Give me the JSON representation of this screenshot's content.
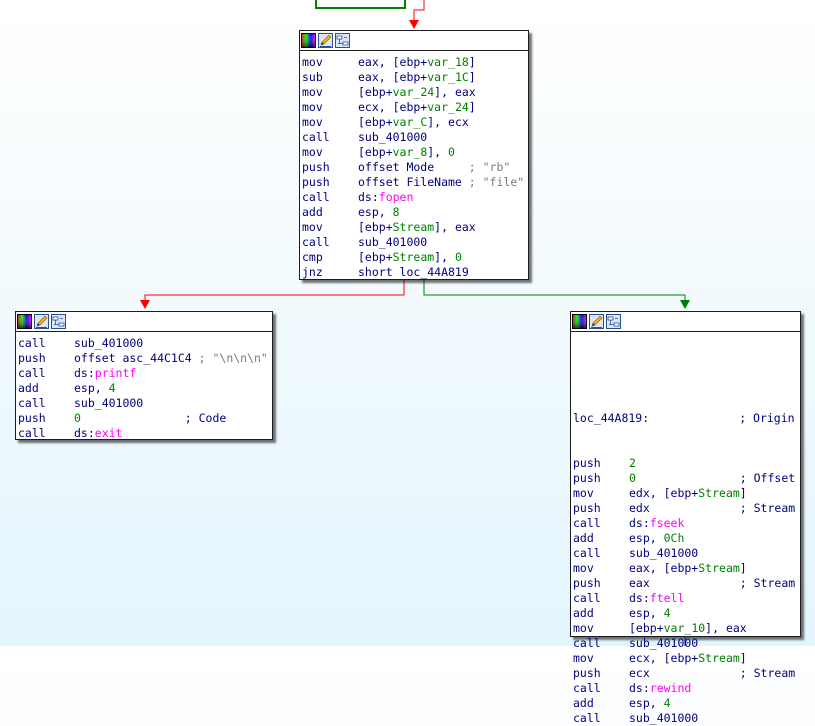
{
  "colors": {
    "mnemonic": "#000080",
    "operand": "#000080",
    "number": "#008000",
    "variable": "#008000",
    "import": "#ff00ff",
    "string_comment": "#7a7a7a",
    "edge_false": "#ff0000",
    "edge_true": "#008000",
    "edge_normal": "#0000ff"
  },
  "toolbar_icons": [
    "color-palette-icon",
    "edit-pencil-icon",
    "graph-view-icon"
  ],
  "blocks": {
    "main": {
      "lines": [
        {
          "mnemonic": "mov",
          "parts": [
            {
              "t": "eax, [ebp+",
              "k": "plain"
            },
            {
              "t": "var_18",
              "k": "var"
            },
            {
              "t": "]",
              "k": "plain"
            }
          ]
        },
        {
          "mnemonic": "sub",
          "parts": [
            {
              "t": "eax, [ebp+",
              "k": "plain"
            },
            {
              "t": "var_1C",
              "k": "var"
            },
            {
              "t": "]",
              "k": "plain"
            }
          ]
        },
        {
          "mnemonic": "mov",
          "parts": [
            {
              "t": "[ebp+",
              "k": "plain"
            },
            {
              "t": "var_24",
              "k": "var"
            },
            {
              "t": "], eax",
              "k": "plain"
            }
          ]
        },
        {
          "mnemonic": "mov",
          "parts": [
            {
              "t": "ecx, [ebp+",
              "k": "plain"
            },
            {
              "t": "var_24",
              "k": "var"
            },
            {
              "t": "]",
              "k": "plain"
            }
          ]
        },
        {
          "mnemonic": "mov",
          "parts": [
            {
              "t": "[ebp+",
              "k": "plain"
            },
            {
              "t": "var_C",
              "k": "var"
            },
            {
              "t": "], ecx",
              "k": "plain"
            }
          ]
        },
        {
          "mnemonic": "call",
          "parts": [
            {
              "t": "sub_401000",
              "k": "plain"
            }
          ]
        },
        {
          "mnemonic": "mov",
          "parts": [
            {
              "t": "[ebp+",
              "k": "plain"
            },
            {
              "t": "var_8",
              "k": "var"
            },
            {
              "t": "], ",
              "k": "plain"
            },
            {
              "t": "0",
              "k": "num"
            }
          ]
        },
        {
          "mnemonic": "push",
          "parts": [
            {
              "t": "offset Mode     ",
              "k": "plain"
            },
            {
              "t": "; \"rb\"",
              "k": "str"
            }
          ]
        },
        {
          "mnemonic": "push",
          "parts": [
            {
              "t": "offset FileName ",
              "k": "plain"
            },
            {
              "t": "; \"file\"",
              "k": "str"
            }
          ]
        },
        {
          "mnemonic": "call",
          "parts": [
            {
              "t": "ds:",
              "k": "plain"
            },
            {
              "t": "fopen",
              "k": "imp"
            }
          ]
        },
        {
          "mnemonic": "add",
          "parts": [
            {
              "t": "esp, ",
              "k": "plain"
            },
            {
              "t": "8",
              "k": "num"
            }
          ]
        },
        {
          "mnemonic": "mov",
          "parts": [
            {
              "t": "[ebp+",
              "k": "plain"
            },
            {
              "t": "Stream",
              "k": "var"
            },
            {
              "t": "], eax",
              "k": "plain"
            }
          ]
        },
        {
          "mnemonic": "call",
          "parts": [
            {
              "t": "sub_401000",
              "k": "plain"
            }
          ]
        },
        {
          "mnemonic": "cmp",
          "parts": [
            {
              "t": "[ebp+",
              "k": "plain"
            },
            {
              "t": "Stream",
              "k": "var"
            },
            {
              "t": "], ",
              "k": "plain"
            },
            {
              "t": "0",
              "k": "num"
            }
          ]
        },
        {
          "mnemonic": "jnz",
          "parts": [
            {
              "t": "short loc_44A819",
              "k": "plain"
            }
          ]
        }
      ]
    },
    "left": {
      "lines": [
        {
          "mnemonic": "call",
          "parts": [
            {
              "t": "sub_401000",
              "k": "plain"
            }
          ]
        },
        {
          "mnemonic": "push",
          "parts": [
            {
              "t": "offset asc_44C1C4 ",
              "k": "plain"
            },
            {
              "t": "; \"\\n\\n\\n\"",
              "k": "str"
            }
          ]
        },
        {
          "mnemonic": "call",
          "parts": [
            {
              "t": "ds:",
              "k": "plain"
            },
            {
              "t": "printf",
              "k": "imp"
            }
          ]
        },
        {
          "mnemonic": "add",
          "parts": [
            {
              "t": "esp, ",
              "k": "plain"
            },
            {
              "t": "4",
              "k": "num"
            }
          ]
        },
        {
          "mnemonic": "call",
          "parts": [
            {
              "t": "sub_401000",
              "k": "plain"
            }
          ]
        },
        {
          "mnemonic": "push",
          "parts": [
            {
              "t": "0",
              "k": "num"
            },
            {
              "t": "               ; Code",
              "k": "plain"
            }
          ]
        },
        {
          "mnemonic": "call",
          "parts": [
            {
              "t": "ds:",
              "k": "plain"
            },
            {
              "t": "exit",
              "k": "imp"
            }
          ]
        }
      ]
    },
    "right": {
      "label": "loc_44A819:",
      "label_comment": "; Origin",
      "lines": [
        {
          "mnemonic": "push",
          "parts": [
            {
              "t": "2",
              "k": "num"
            }
          ]
        },
        {
          "mnemonic": "push",
          "parts": [
            {
              "t": "0",
              "k": "num"
            },
            {
              "t": "               ; Offset",
              "k": "plain"
            }
          ]
        },
        {
          "mnemonic": "mov",
          "parts": [
            {
              "t": "edx, [ebp+",
              "k": "plain"
            },
            {
              "t": "Stream",
              "k": "var"
            },
            {
              "t": "]",
              "k": "plain"
            }
          ]
        },
        {
          "mnemonic": "push",
          "parts": [
            {
              "t": "edx             ; Stream",
              "k": "plain"
            }
          ]
        },
        {
          "mnemonic": "call",
          "parts": [
            {
              "t": "ds:",
              "k": "plain"
            },
            {
              "t": "fseek",
              "k": "imp"
            }
          ]
        },
        {
          "mnemonic": "add",
          "parts": [
            {
              "t": "esp, ",
              "k": "plain"
            },
            {
              "t": "0Ch",
              "k": "num"
            }
          ]
        },
        {
          "mnemonic": "call",
          "parts": [
            {
              "t": "sub_401000",
              "k": "plain"
            }
          ]
        },
        {
          "mnemonic": "mov",
          "parts": [
            {
              "t": "eax, [ebp+",
              "k": "plain"
            },
            {
              "t": "Stream",
              "k": "var"
            },
            {
              "t": "]",
              "k": "plain"
            }
          ]
        },
        {
          "mnemonic": "push",
          "parts": [
            {
              "t": "eax             ; Stream",
              "k": "plain"
            }
          ]
        },
        {
          "mnemonic": "call",
          "parts": [
            {
              "t": "ds:",
              "k": "plain"
            },
            {
              "t": "ftell",
              "k": "imp"
            }
          ]
        },
        {
          "mnemonic": "add",
          "parts": [
            {
              "t": "esp, ",
              "k": "plain"
            },
            {
              "t": "4",
              "k": "num"
            }
          ]
        },
        {
          "mnemonic": "mov",
          "parts": [
            {
              "t": "[ebp+",
              "k": "plain"
            },
            {
              "t": "var_10",
              "k": "var"
            },
            {
              "t": "], eax",
              "k": "plain"
            }
          ]
        },
        {
          "mnemonic": "call",
          "parts": [
            {
              "t": "sub_401000",
              "k": "plain"
            }
          ]
        },
        {
          "mnemonic": "mov",
          "parts": [
            {
              "t": "ecx, [ebp+",
              "k": "plain"
            },
            {
              "t": "Stream",
              "k": "var"
            },
            {
              "t": "]",
              "k": "plain"
            }
          ]
        },
        {
          "mnemonic": "push",
          "parts": [
            {
              "t": "ecx             ; Stream",
              "k": "plain"
            }
          ]
        },
        {
          "mnemonic": "call",
          "parts": [
            {
              "t": "ds:",
              "k": "plain"
            },
            {
              "t": "rewind",
              "k": "imp"
            }
          ]
        },
        {
          "mnemonic": "add",
          "parts": [
            {
              "t": "esp, ",
              "k": "plain"
            },
            {
              "t": "4",
              "k": "num"
            }
          ]
        },
        {
          "mnemonic": "call",
          "parts": [
            {
              "t": "sub_401000",
              "k": "plain"
            }
          ]
        }
      ]
    }
  }
}
